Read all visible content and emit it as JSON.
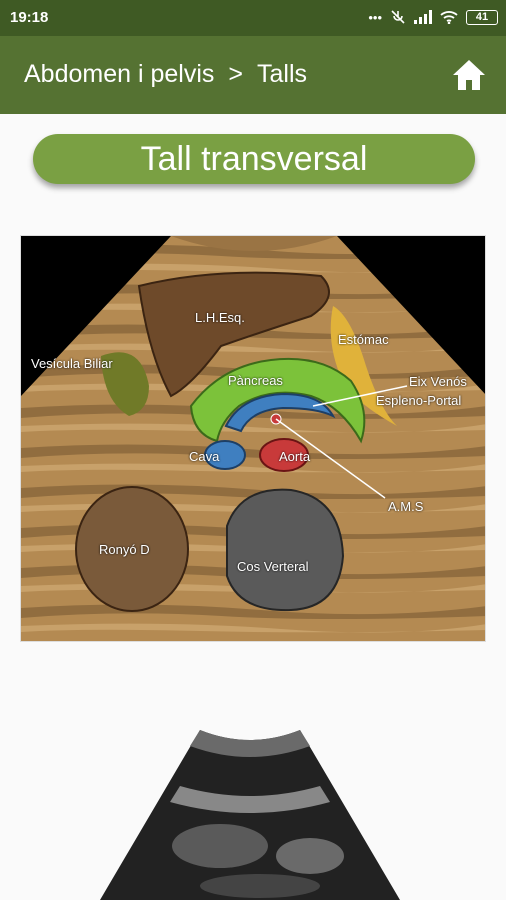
{
  "status": {
    "time": "19:18",
    "battery": "41"
  },
  "appbar": {
    "crumb_section": "Abdomen i pelvis",
    "crumb_sep": ">",
    "crumb_page": "Talls"
  },
  "header_button": "Tall transversal",
  "diagram": {
    "labels": {
      "lh": "L.H.Esq.",
      "estomac": "Estómac",
      "vesicula": "Vesícula Biliar",
      "pancreas": "Pàncreas",
      "eix1": "Eix Venós",
      "eix2": "Espleno-Portal",
      "cava": "Cava",
      "aorta": "Aorta",
      "ams": "A.M.S",
      "ronyo": "Ronyó D",
      "cos": "Cos Verteral"
    }
  }
}
